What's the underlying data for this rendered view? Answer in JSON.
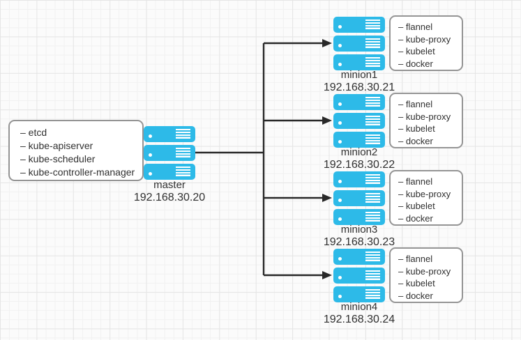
{
  "diagram": {
    "master": {
      "label": "master",
      "ip": "192.168.30.20",
      "components": [
        "– etcd",
        "– kube-apiserver",
        "– kube-scheduler",
        "– kube-controller-manager"
      ]
    },
    "minions": [
      {
        "label": "minion1",
        "ip": "192.168.30.21",
        "components": [
          "– flannel",
          "– kube-proxy",
          "– kubelet",
          "– docker"
        ]
      },
      {
        "label": "minion2",
        "ip": "192.168.30.22",
        "components": [
          "– flannel",
          "– kube-proxy",
          "– kubelet",
          "– docker"
        ]
      },
      {
        "label": "minion3",
        "ip": "192.168.30.23",
        "components": [
          "– flannel",
          "– kube-proxy",
          "– kubelet",
          "– docker"
        ]
      },
      {
        "label": "minion4",
        "ip": "192.168.30.24",
        "components": [
          "– flannel",
          "– kube-proxy",
          "– kubelet",
          "– docker"
        ]
      }
    ],
    "colors": {
      "server_fill": "#2dbae8",
      "connector": "#282828",
      "box_border": "#949494",
      "background": "#fbfbfb"
    }
  }
}
